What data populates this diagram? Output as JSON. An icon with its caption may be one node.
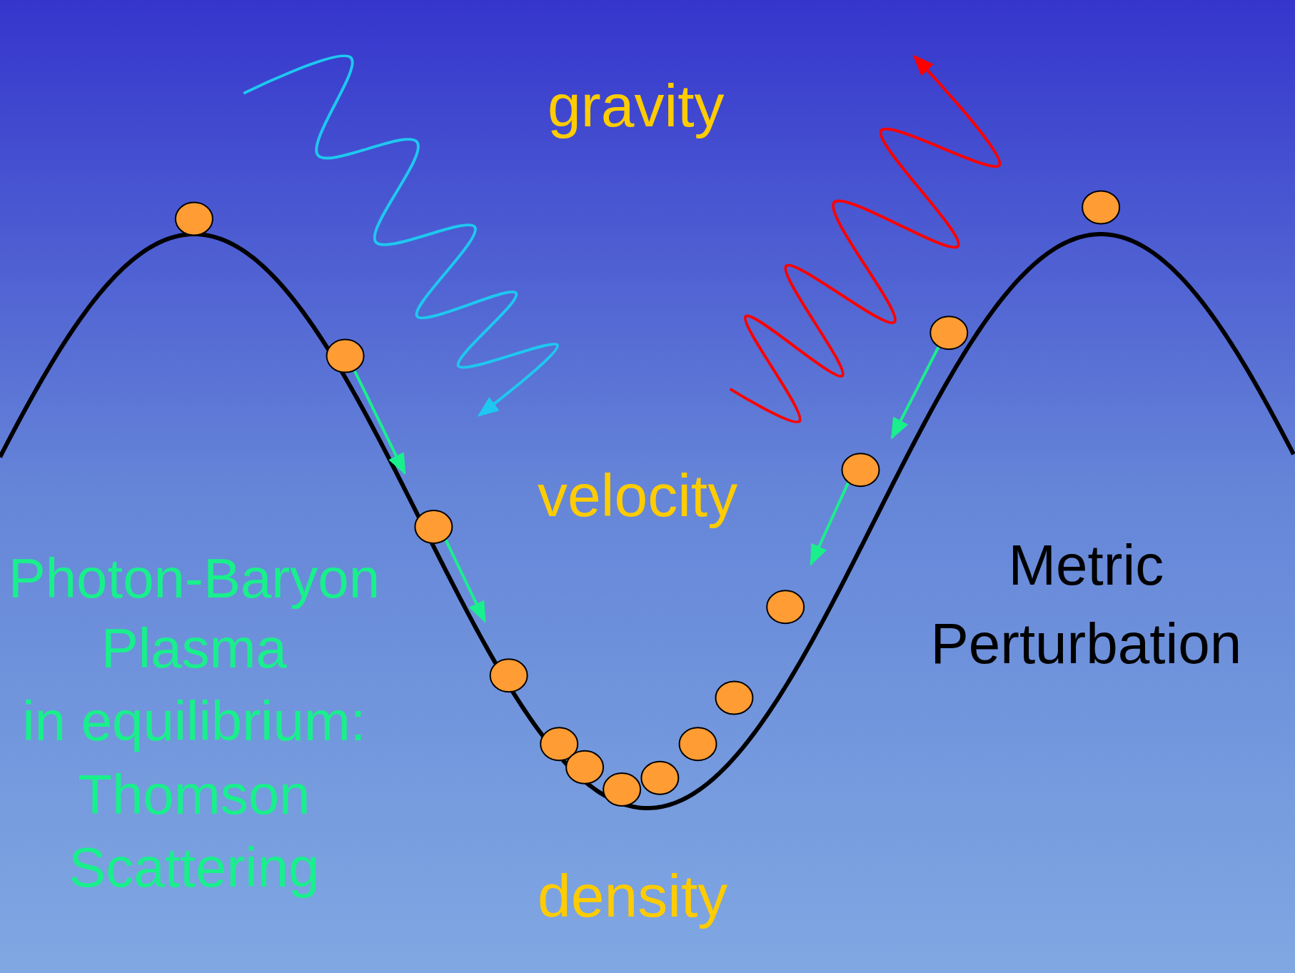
{
  "diagram": {
    "labels": [
      "gravity",
      "velocity",
      "Photon-Baryon",
      "Plasma",
      "in equilibrium:",
      "Thomson",
      "Scattering",
      "Metric",
      "Perturbation",
      "density"
    ]
  }
}
